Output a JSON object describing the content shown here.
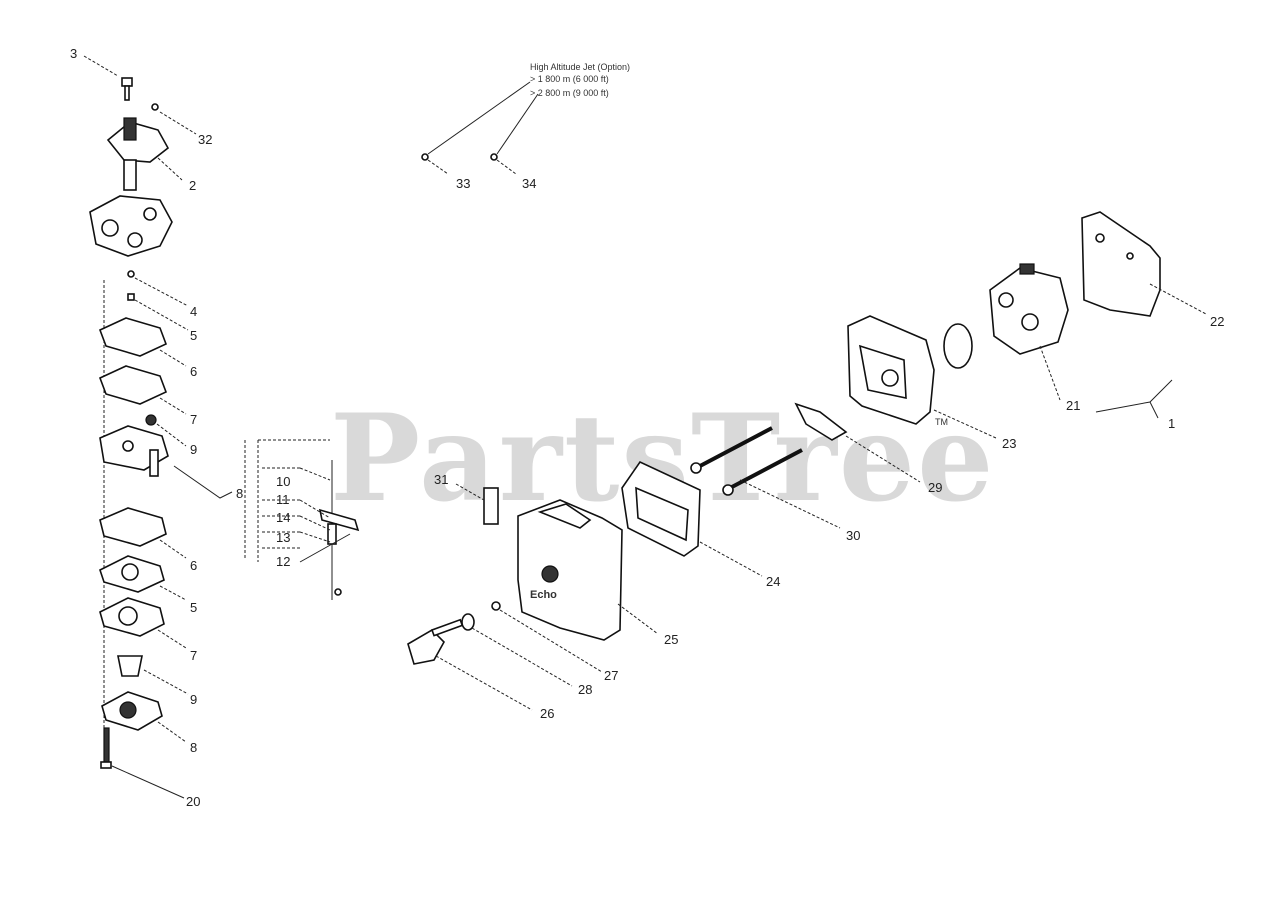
{
  "watermark": "PartsTree",
  "trademark": "TM",
  "note": {
    "title": "High Altitude Jet (Option)",
    "line1": "> 1 800 m (6 000 ft)",
    "line2": "> 2 800 m (9 000 ft)"
  },
  "housing_brand": "Echo",
  "callouts": {
    "c3": "3",
    "c32": "32",
    "c2": "2",
    "c4": "4",
    "c5a": "5",
    "c6a": "6",
    "c7a": "7",
    "c9a": "9",
    "c8a": "8",
    "c10": "10",
    "c11": "11",
    "c14": "14",
    "c13": "13",
    "c12": "12",
    "c6b": "6",
    "c5b": "5",
    "c7b": "7",
    "c9b": "9",
    "c8b": "8",
    "c20": "20",
    "c33": "33",
    "c34": "34",
    "c22": "22",
    "c21": "21",
    "c1": "1",
    "c23": "23",
    "c29": "29",
    "c30": "30",
    "c31": "31",
    "c24": "24",
    "c25": "25",
    "c27": "27",
    "c28": "28",
    "c26": "26"
  }
}
